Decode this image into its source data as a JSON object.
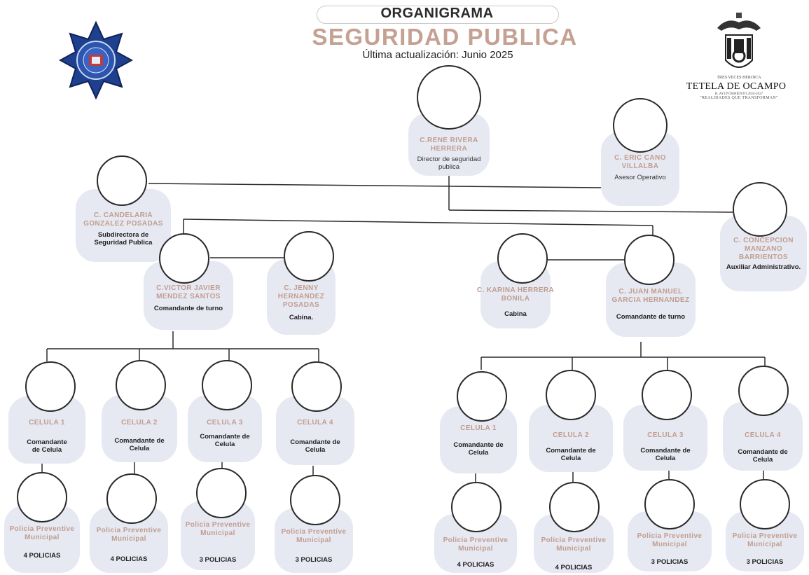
{
  "header": {
    "title": "ORGANIGRAMA",
    "subtitle": "SEGURIDAD PUBLICA",
    "updated": "Última actualización: Junio 2025"
  },
  "municipality": {
    "small_caption": "TRES VECES HEROICA",
    "name": "TETELA DE OCAMPO",
    "tiny_caption": "H. AYUNTAMIENTO 2024-2027",
    "tagline": "\"REALIDADES QUE TRANSFORMAN\""
  },
  "org": {
    "director": {
      "name": "C.RENE RIVERA HERRERA",
      "role": "Director de seguridad publica"
    },
    "advisor": {
      "name": "C. ERIC CANO VILLALBA",
      "role": "Asesor Operativo"
    },
    "subdirector": {
      "name": "C. CANDELARIA GONZALEZ POSADAS",
      "role": "Subdirectora de Seguridad Publica"
    },
    "admin": {
      "name": "C. CONCEPCION MANZANO BARRIENTOS",
      "role": "Auxiliar Administrativo."
    },
    "left_branch": {
      "commander": {
        "name": "C.VICTOR JAVIER MENDEZ SANTOS",
        "role": "Comandante de turno"
      },
      "cabin": {
        "name": "C. JENNY HERNANDEZ POSADAS",
        "role": "Cabina."
      },
      "cells": [
        {
          "name": "CELULA 1",
          "role": "Comandante de Celula",
          "police": "Policia Preventive Municipal",
          "count": "4 POLICIAS"
        },
        {
          "name": "CELULA 2",
          "role": "Comandante de Celula",
          "police": "Policia Preventive Municipal",
          "count": "4 POLICIAS"
        },
        {
          "name": "CELULA 3",
          "role": "Comandante de Celula",
          "police": "Policia Preventive Municipal",
          "count": "3 POLICIAS"
        },
        {
          "name": "CELULA 4",
          "role": "Comandante de Celula",
          "police": "Policia Preventive Municipal",
          "count": "3 POLICIAS"
        }
      ]
    },
    "right_branch": {
      "commander": {
        "name": "C. JUAN MANUEL GARCIA HERNANDEZ",
        "role": "Comandante de turno"
      },
      "cabin": {
        "name": "C. KARINA HERRERA BONILA",
        "role": "Cabina"
      },
      "cells": [
        {
          "name": "CELULA 1",
          "role": "Comandante de Celula",
          "police": "Policia Preventive Municipal",
          "count": "4 POLICIAS"
        },
        {
          "name": "CELULA 2",
          "role": "Comandante de Celula",
          "police": "Policia Preventive Municipal",
          "count": "4 POLICIAS"
        },
        {
          "name": "CELULA 3",
          "role": "Comandante de Celula",
          "police": "Policia Preventive Municipal",
          "count": "3 POLICIAS"
        },
        {
          "name": "CELULA 4",
          "role": "Comandante de Celula",
          "police": "Policia Preventive Municipal",
          "count": "3 POLICIAS"
        }
      ]
    }
  },
  "colors": {
    "name_text": "#c29d8f",
    "card_bg": "#e6e9f2",
    "line": "#2a2a2a",
    "subtitle": "#c4a192"
  }
}
